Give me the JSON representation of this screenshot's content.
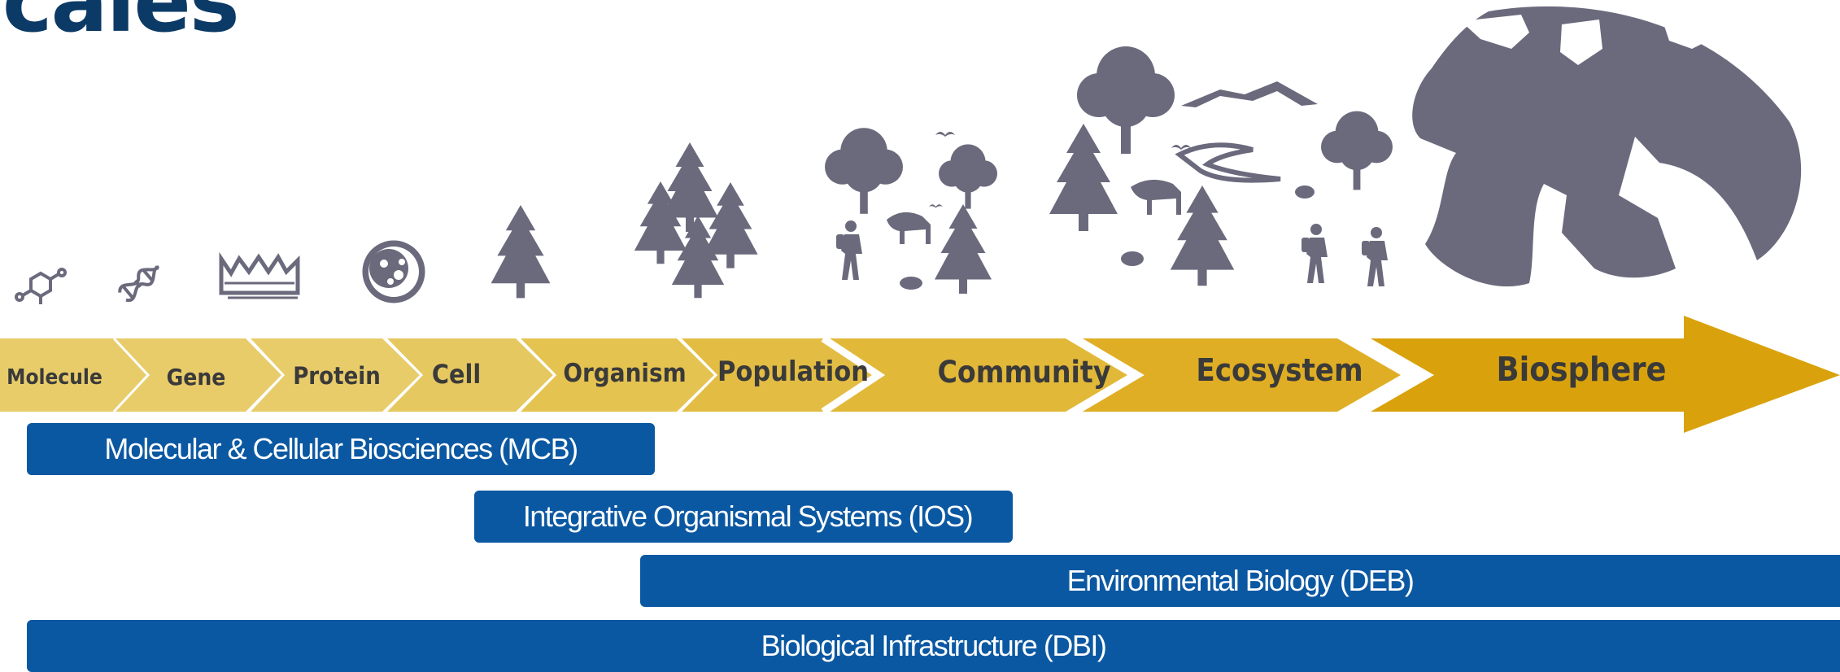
{
  "title": "Scales",
  "scale_arrow": {
    "levels": [
      "Molecule",
      "Gene",
      "Protein",
      "Cell",
      "Organism",
      "Population",
      "Community",
      "Ecosystem",
      "Biosphere"
    ],
    "colors": {
      "light": "#e8cc6a",
      "mid": "#e2b838",
      "dark": "#d9a20c",
      "label": "#3a3a3a"
    }
  },
  "illustrations": [
    "molecule-icon",
    "dna-icon",
    "protein-icon",
    "cell-icon",
    "tree-icon",
    "forest-icon",
    "community-icon",
    "ecosystem-icon",
    "globe-icon"
  ],
  "illustration_color": "#6b6a7d",
  "divisions": [
    {
      "label": "Molecular & Cellular Biosciences (MCB)"
    },
    {
      "label": "Integrative Organismal Systems (IOS)"
    },
    {
      "label": "Environmental Biology (DEB)"
    },
    {
      "label": "Biological Infrastructure (DBI)"
    }
  ],
  "division_color": "#0b58a2"
}
